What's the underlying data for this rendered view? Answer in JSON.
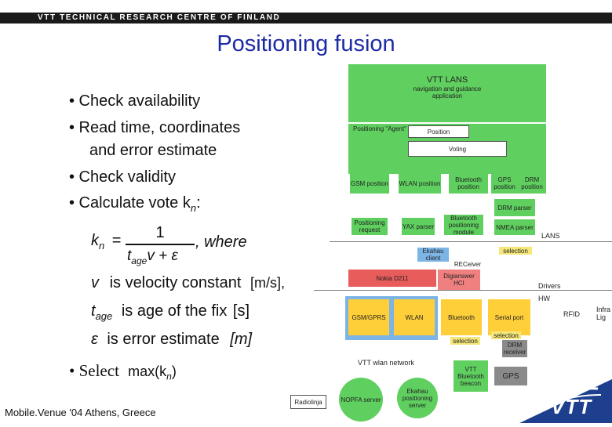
{
  "header": {
    "org": "VTT TECHNICAL RESEARCH CENTRE OF FINLAND"
  },
  "slide": {
    "title": "Positioning fusion",
    "bullets": [
      "• Check availability",
      "• Read time, coordinates",
      "and error estimate",
      "• Check validity",
      "• Calculate vote k",
      "n",
      ":"
    ],
    "formula": {
      "lhs_k": "k",
      "lhs_n": "n",
      "eq": "=",
      "num": "1",
      "den_t": "t",
      "den_age": "age",
      "den_rest": "v + ε",
      "where": ", where"
    },
    "defs": [
      {
        "sym": "v",
        "text": "is velocity constant",
        "unit": "[m/s],"
      },
      {
        "sym": "t",
        "sub": "age",
        "text": "is age of the fix",
        "unit": "[s]"
      },
      {
        "sym": "ε",
        "text": "is error estimate",
        "unit": "[m]"
      }
    ],
    "select": {
      "prefix": "• Select",
      "expr": "max(k",
      "sub": "n",
      "close": ")"
    },
    "footer": "Mobile.Venue '04 Athens, Greece"
  },
  "diagram": {
    "top_box": {
      "title": "VTT LANS",
      "subtitle": "navigation and guidance application"
    },
    "agent_label": "Positioning \"Agent\"",
    "position": "Position",
    "voting": "Voting",
    "sources": [
      "GSM position",
      "WLAN position",
      "Bluetooth position",
      "GPS position",
      "DRM position"
    ],
    "row2": [
      "Positioning request",
      "YAX parser",
      "Bluetooth positioning module",
      "DRM parser",
      "NMEA parser"
    ],
    "lans": "LANS",
    "client": "Ekahau client",
    "receiver": "RECeiver",
    "selection1": "selection",
    "nokia": "Nokia D211",
    "digianswer": "Digianswer HCI",
    "drivers": "Drivers",
    "hw": "HW",
    "selection2": "selection",
    "hw_row": [
      "GSM/GPRS",
      "WLAN",
      "Bluetooth",
      "Serial port"
    ],
    "rfid": "RFID",
    "infra": "Infra Lig",
    "selection3": "selection",
    "selection4": "selection",
    "drm_receiver": "DRM receiver",
    "network": "VTT wlan network",
    "vtt_beacon": "VTT Bluetooth beacon",
    "gps": "GPS",
    "radiolinja": "Radiolinja",
    "nopfa": "NOPFA server",
    "ekahau_server": "Ekahau positioning server"
  },
  "logo": {
    "text": "VTT"
  }
}
